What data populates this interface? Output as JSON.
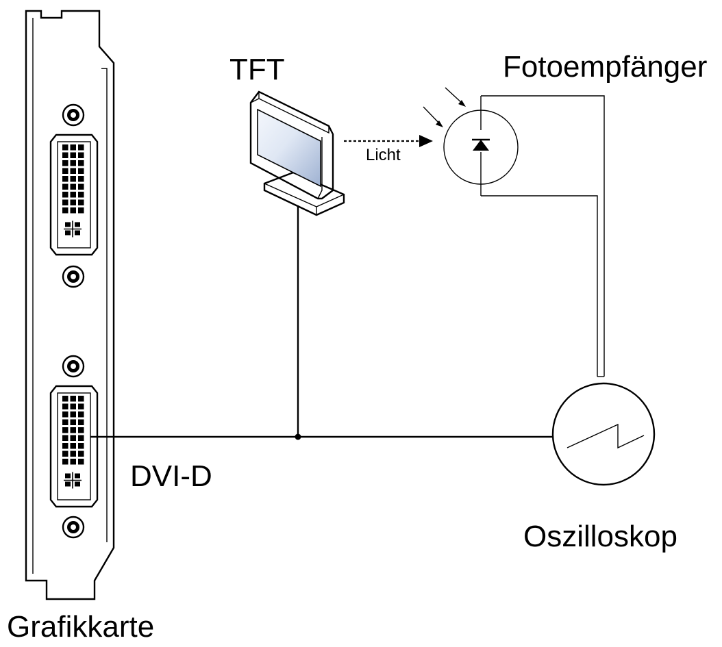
{
  "labels": {
    "tft": "TFT",
    "photo_receiver": "Fotoempfänger",
    "light": "Licht",
    "dvi": "DVI-D",
    "oscilloscope": "Oszilloskop",
    "graphics_card": "Grafikkarte"
  },
  "icons": {
    "monitor": "monitor-icon",
    "photodiode": "photodiode-icon",
    "oscilloscope": "oscilloscope-icon",
    "graphics_card": "graphics-card-icon",
    "dvi_connector": "dvi-connector-icon"
  },
  "colors": {
    "stroke": "#000000",
    "screen_light": "#e8eef8",
    "screen_dark": "#aabbd6",
    "monitor_body": "#f2f2f2"
  }
}
